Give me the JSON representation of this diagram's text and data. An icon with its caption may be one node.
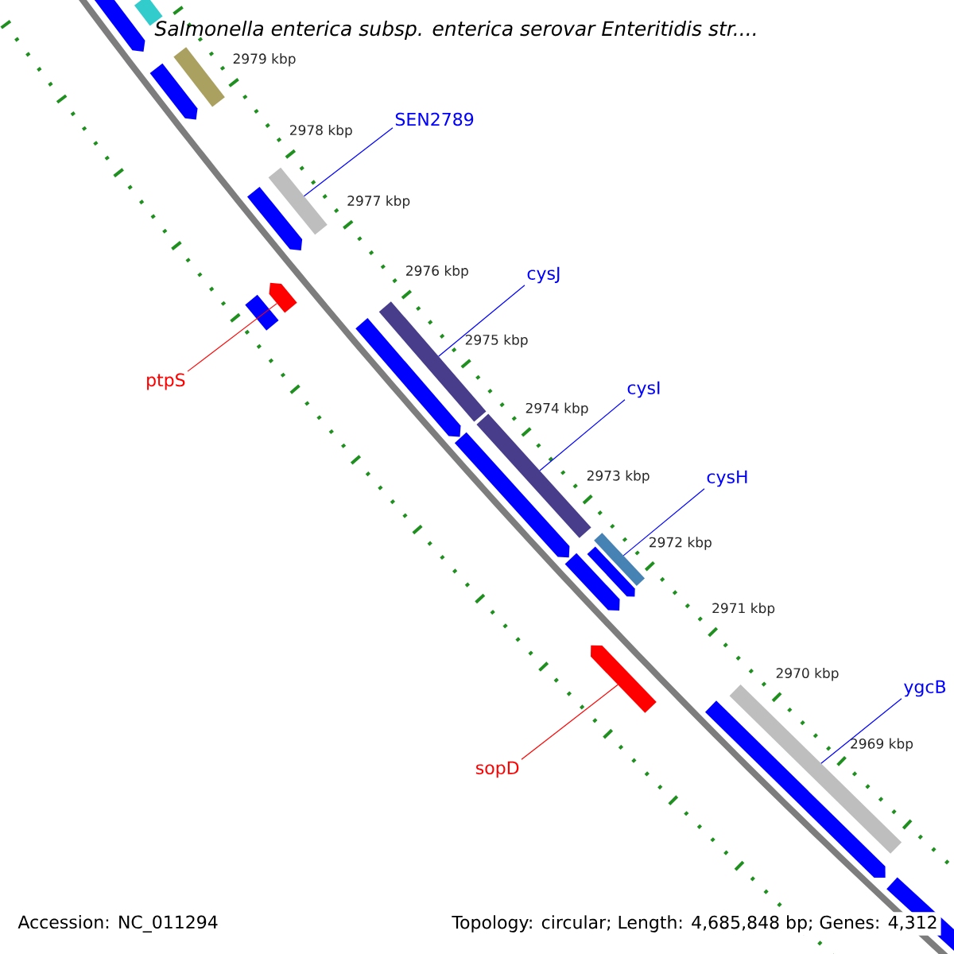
{
  "diagram": {
    "title": "Salmonella enterica subsp. enterica serovar Enteritidis str....",
    "nodes": [
      {
        "text": [
          "SEN2789"
        ]
      },
      {
        "text": [],
        "shape": "bar"
      },
      {
        "text": [
          "cysJ"
        ]
      },
      {
        "text": [],
        "shape": "bar"
      },
      {
        "text": [
          "cysI"
        ]
      },
      {
        "text": [],
        "shape": "bar"
      },
      {
        "text": [
          "cysH"
        ]
      },
      {
        "text": [],
        "shape": "bar"
      },
      {
        "text": [
          "ygcB"
        ]
      },
      {
        "text": [],
        "shape": "bar"
      },
      {
        "text": [
          "ptpS"
        ]
      },
      {
        "text": [],
        "shape": "arrow"
      },
      {
        "text": [
          "sopD"
        ]
      },
      {
        "text": [],
        "shape": "arrow"
      },
      {
        "text": [],
        "shape": "bar"
      },
      {
        "text": [],
        "shape": "arrow"
      },
      {
        "text": [],
        "shape": "bar"
      },
      {
        "text": [],
        "shape": "arrow"
      },
      {
        "text": [],
        "shape": "arrow"
      },
      {
        "text": [],
        "shape": "bar"
      },
      {
        "text": [],
        "shape": "arrow"
      },
      {
        "text": [],
        "shape": "arrow"
      },
      {
        "text": [],
        "shape": "arrow"
      },
      {
        "text": [],
        "shape": "arrow"
      },
      {
        "text": [],
        "shape": "arrow"
      },
      {
        "text": [],
        "shape": "arrow"
      }
    ],
    "edges": [
      {
        "from": 0,
        "to": 1,
        "arrow": "none"
      },
      {
        "from": 2,
        "to": 3,
        "arrow": "none"
      },
      {
        "from": 4,
        "to": 5,
        "arrow": "none"
      },
      {
        "from": 6,
        "to": 7,
        "arrow": "none"
      },
      {
        "from": 8,
        "to": 9,
        "arrow": "none"
      },
      {
        "from": 10,
        "to": 11,
        "arrow": "none",
        "color": "#ff0000"
      },
      {
        "from": 12,
        "to": 13,
        "arrow": "none",
        "color": "#ff0000"
      }
    ],
    "labels": [
      "2979 kbp",
      "2978 kbp",
      "2977 kbp",
      "2976 kbp",
      "2975 kbp",
      "2974 kbp",
      "2973 kbp",
      "2972 kbp",
      "2971 kbp",
      "2970 kbp",
      "2969 kbp",
      "Accession: NC_011294",
      "Topology: circular; Length: 4,685,848 bp; Genes: 4,312"
    ]
  }
}
